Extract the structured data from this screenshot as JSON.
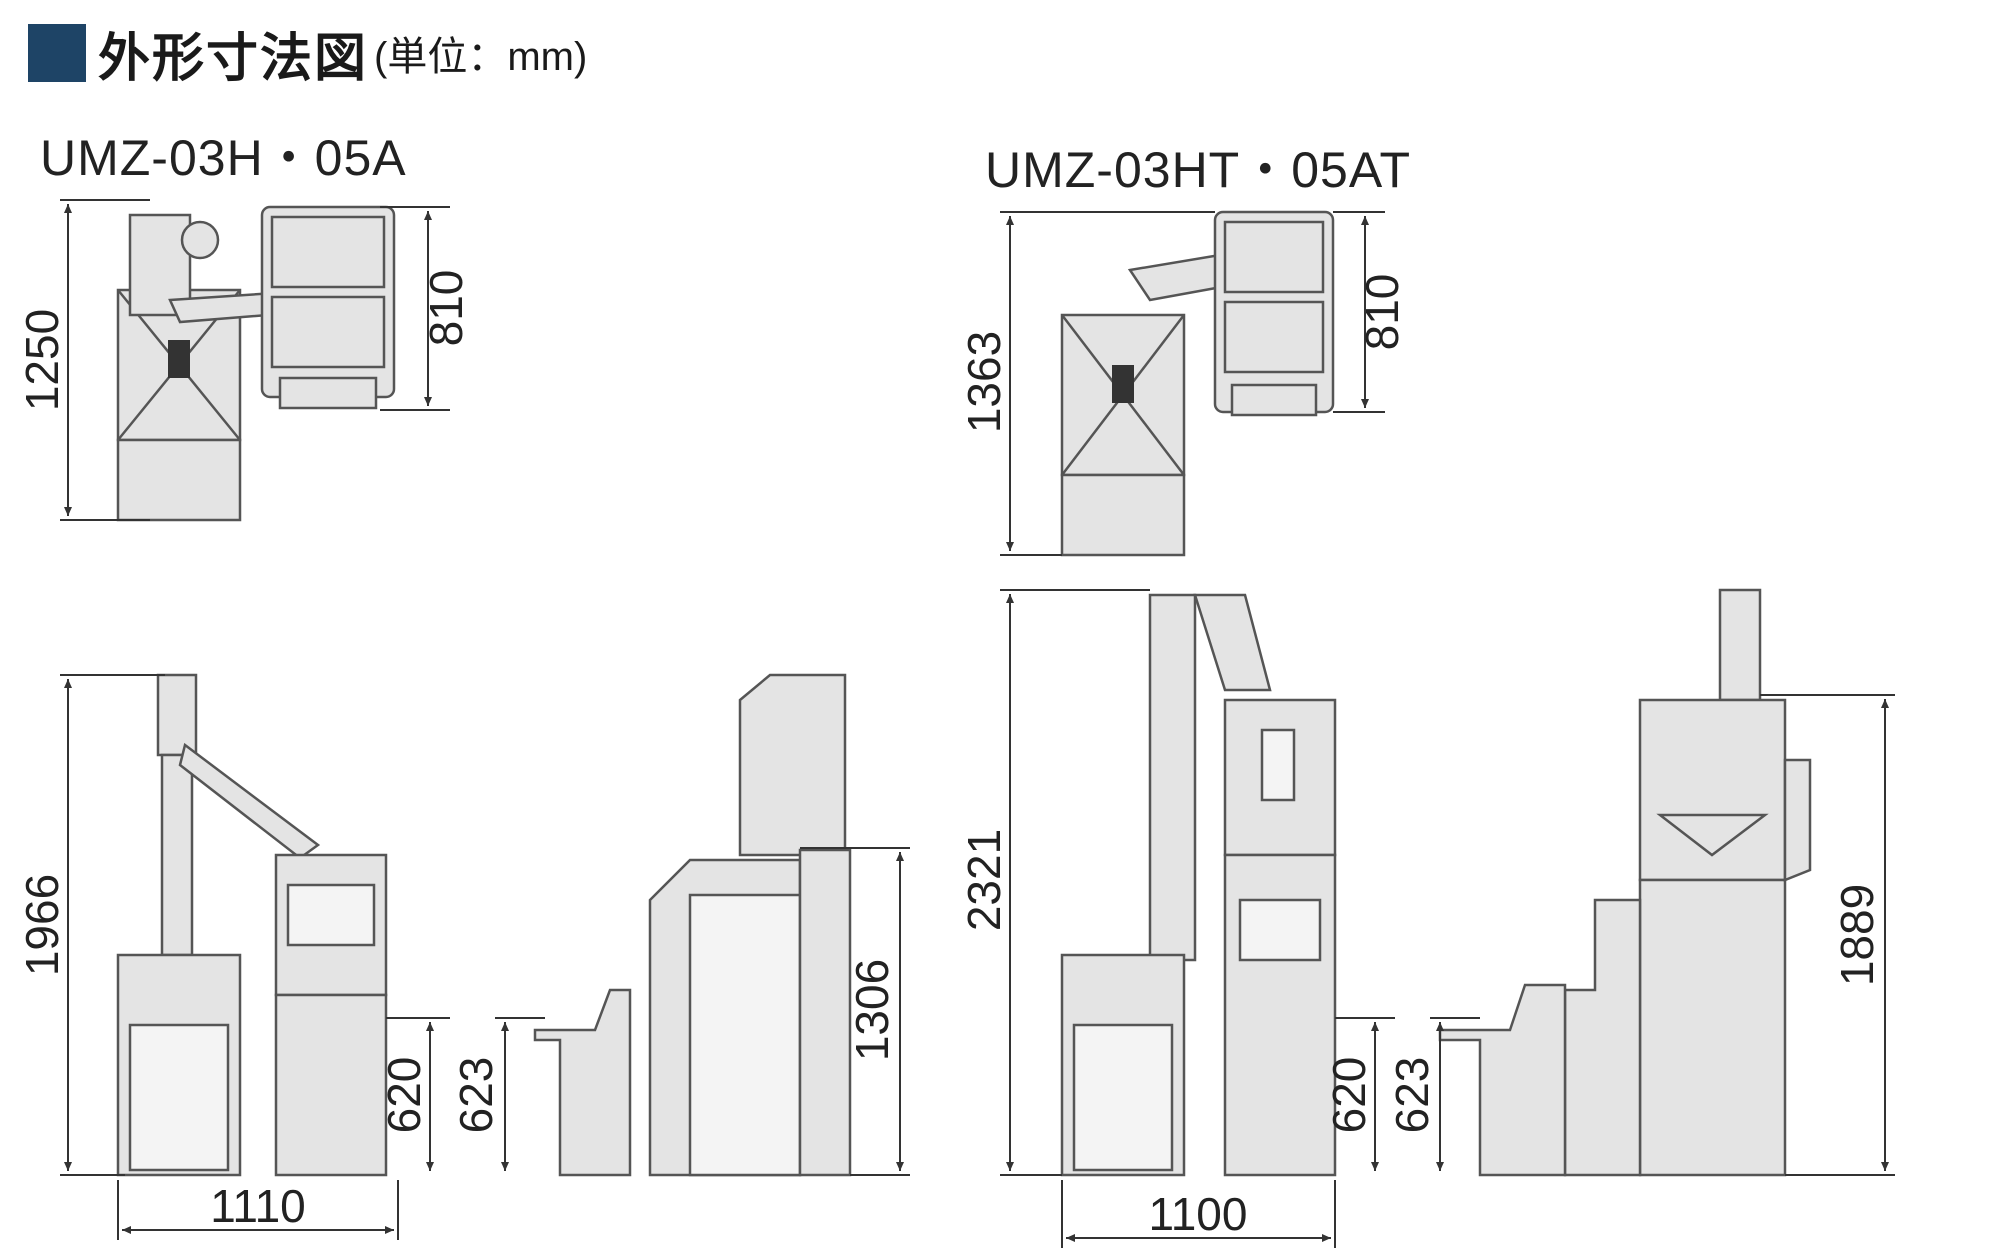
{
  "header": {
    "title": "外形寸法図",
    "unit_note": "(単位：mm)",
    "accent_color": "#1e4466"
  },
  "models": [
    {
      "label": "UMZ-03H・05A",
      "dims": {
        "top_depth": "1250",
        "top_unit_depth": "810",
        "height": "1966",
        "width": "1110",
        "height_620": "620",
        "height_623": "623",
        "side_height": "1306"
      }
    },
    {
      "label": "UMZ-03HT・05AT",
      "dims": {
        "top_depth": "1363",
        "top_unit_depth": "810",
        "height": "2321",
        "width": "1100",
        "height_620": "620",
        "height_623": "623",
        "side_height": "1889"
      }
    }
  ]
}
